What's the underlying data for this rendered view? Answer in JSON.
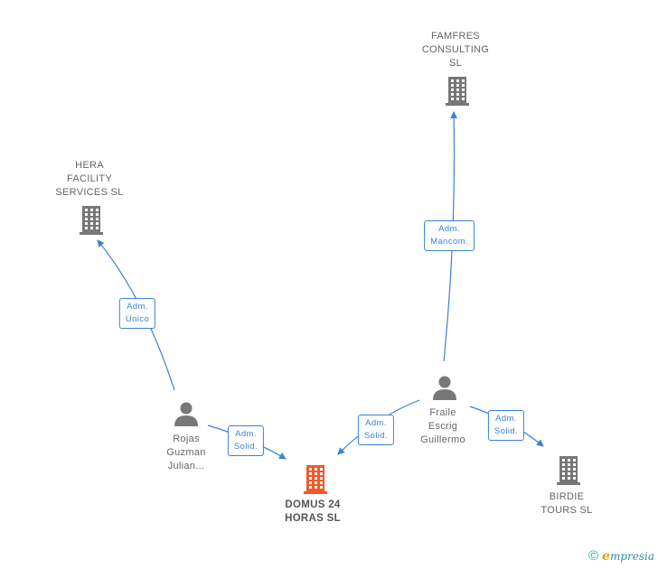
{
  "nodes": {
    "famfres": {
      "label": "FAMFRES\nCONSULTING\nSL",
      "kind": "company",
      "color": "#777777"
    },
    "hera": {
      "label": "HERA\nFACILITY\nSERVICES SL",
      "kind": "company",
      "color": "#777777"
    },
    "rojas": {
      "label": "Rojas\nGuzman\nJulian...",
      "kind": "person",
      "color": "#777777"
    },
    "fraile": {
      "label": "Fraile\nEscrig\nGuillermo",
      "kind": "person",
      "color": "#777777"
    },
    "domus": {
      "label": "DOMUS 24\nHORAS SL",
      "kind": "company",
      "color": "#f05a28"
    },
    "birdie": {
      "label": "BIRDIE\nTOURS SL",
      "kind": "company",
      "color": "#777777"
    }
  },
  "edges": {
    "rojas_hera": {
      "label": "Adm.\nUnico"
    },
    "rojas_domus": {
      "label": "Adm.\nSolid."
    },
    "fraile_domus": {
      "label": "Adm.\nSolid."
    },
    "fraile_famfres": {
      "label": "Adm.\nMancom."
    },
    "fraile_birdie": {
      "label": "Adm.\nSolid."
    }
  },
  "colors": {
    "edge": "#3b82d6",
    "company": "#777777",
    "main": "#f05a28"
  },
  "footer": {
    "copyright": "©",
    "brand_initial": "e",
    "brand_rest": "mpresia"
  }
}
